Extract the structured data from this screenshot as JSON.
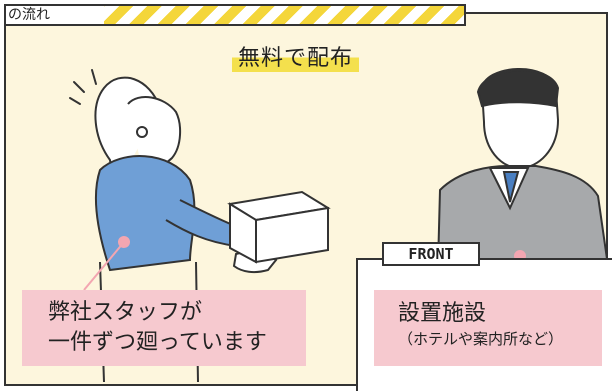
{
  "header": {
    "tab_text": "の流れ"
  },
  "headline": "無料で配布",
  "front_sign": "FRONT",
  "left_label": {
    "line1": "弊社スタッフが",
    "line2": "一件ずつ廻っています"
  },
  "right_label": {
    "main": "設置施設",
    "sub": "（ホテルや案内所など）"
  },
  "colors": {
    "background": "#fdf6dd",
    "highlight": "#f4e04d",
    "label_bg": "#f6c9cf",
    "stripe": "#f4d63a",
    "shirt_blue": "#6f9fd6",
    "suit_gray": "#a7a9ab"
  }
}
